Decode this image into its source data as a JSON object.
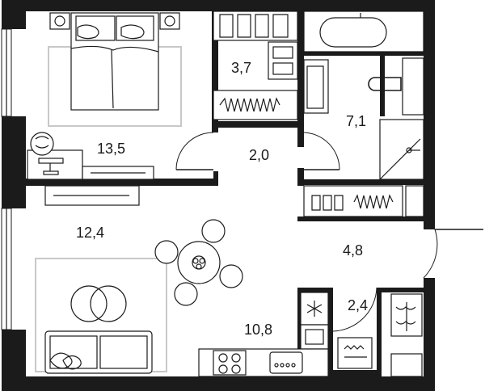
{
  "rooms": [
    {
      "id": "bedroom",
      "area": "13,5"
    },
    {
      "id": "wardrobe",
      "area": "3,7"
    },
    {
      "id": "bathroom",
      "area": "7,1"
    },
    {
      "id": "hall-small",
      "area": "2,0"
    },
    {
      "id": "living",
      "area": "12,4"
    },
    {
      "id": "corridor",
      "area": "4,8"
    },
    {
      "id": "storage",
      "area": "2,4"
    },
    {
      "id": "kitchen",
      "area": "10,8"
    }
  ],
  "icons": {
    "fridge": "snowflake-icon",
    "washer": "washing-machine-icon",
    "stove": "cooktop-icon"
  },
  "colors": {
    "wall": "#1b1b1b",
    "rug": "#c8c8c8",
    "background": "#ffffff"
  }
}
